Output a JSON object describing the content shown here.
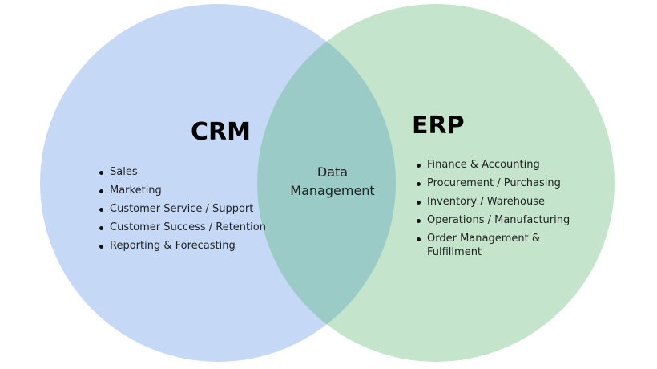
{
  "colors": {
    "crm_fill": "#c5d9f7",
    "erp_fill": "#c4e5cb",
    "overlap_fill": "#9acbc6"
  },
  "crm": {
    "title": "CRM",
    "items": [
      "Sales",
      "Marketing",
      "Customer Service / Support",
      "Customer Success / Retention",
      "Reporting & Forecasting"
    ]
  },
  "erp": {
    "title": "ERP",
    "items": [
      "Finance & Accounting",
      "Procurement / Purchasing",
      "Inventory / Warehouse",
      "Operations / Manufacturing",
      "Order Management & Fulfillment"
    ]
  },
  "intersection": {
    "line1": "Data",
    "line2": "Management"
  }
}
